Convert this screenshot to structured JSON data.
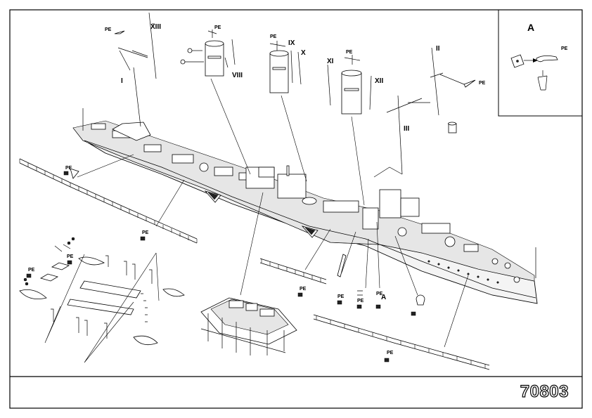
{
  "sheet": {
    "part_number": "70803",
    "inset_label": "A"
  },
  "labels": {
    "pe": "PE",
    "roman": {
      "i": "I",
      "ii": "II",
      "iii": "III",
      "viii": "VIII",
      "ix": "IX",
      "x": "X",
      "xi": "XI",
      "xii": "XII",
      "xiii": "XIII"
    },
    "a": "A"
  }
}
